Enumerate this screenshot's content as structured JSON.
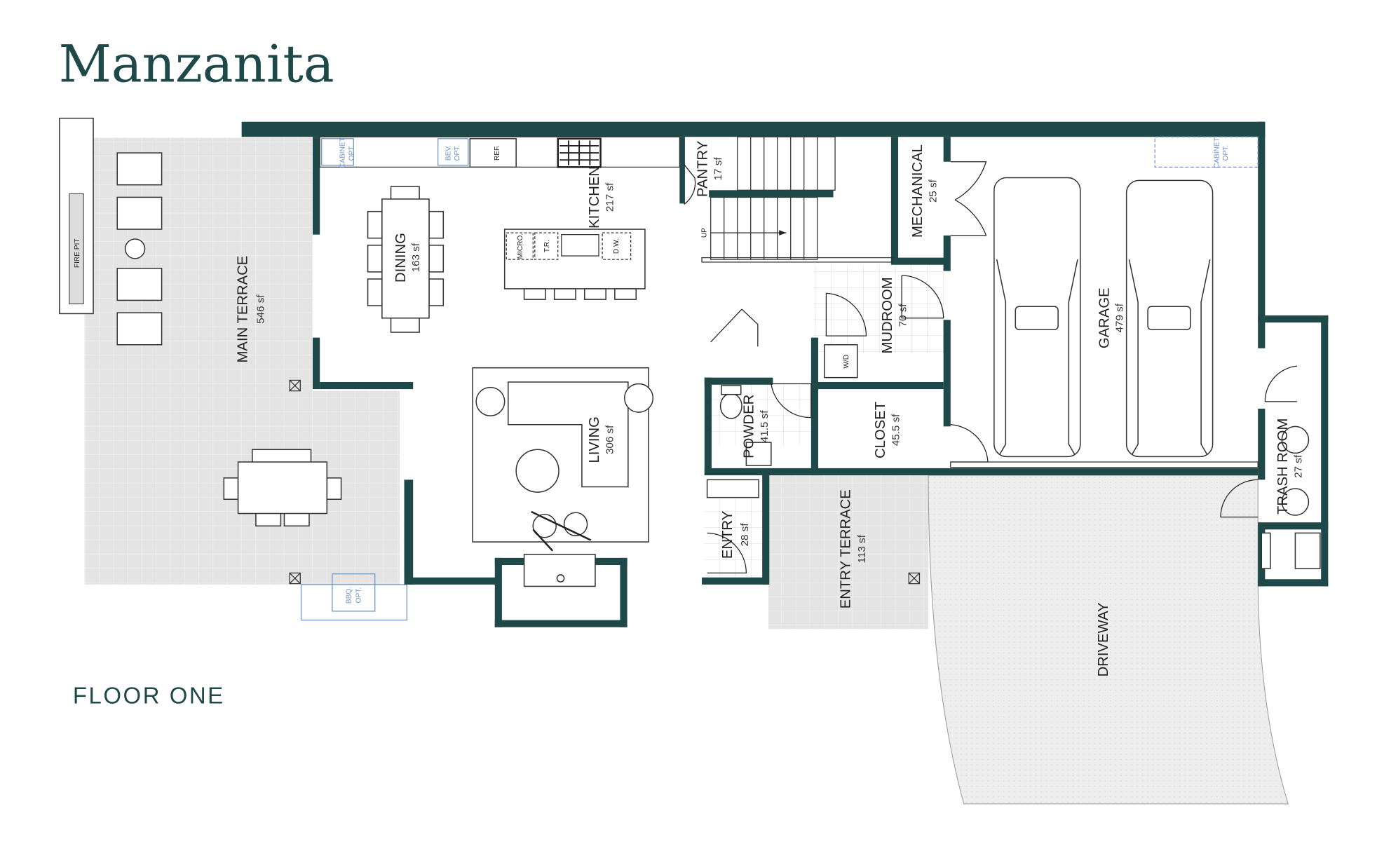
{
  "title": "Manzanita",
  "floor_label": "FLOOR ONE",
  "colors": {
    "wall": "#1f4848",
    "terrace": "#e4e4e4",
    "driveway": "#ededed",
    "option_lines": "#6e93c8",
    "title": "#1f4848"
  },
  "rooms": {
    "main_terrace": {
      "name": "MAIN TERRACE",
      "area": "546 sf"
    },
    "dining": {
      "name": "DINING",
      "area": "163 sf"
    },
    "kitchen": {
      "name": "KITCHEN",
      "area": "217 sf"
    },
    "pantry": {
      "name": "PANTRY",
      "area": "17 sf"
    },
    "mechanical": {
      "name": "MECHANICAL",
      "area": "25 sf"
    },
    "mudroom": {
      "name": "MUDROOM",
      "area": "70 sf"
    },
    "garage": {
      "name": "GARAGE",
      "area": "479 sf"
    },
    "living": {
      "name": "LIVING",
      "area": "306 sf"
    },
    "powder": {
      "name": "POWDER",
      "area": "41.5 sf"
    },
    "closet": {
      "name": "CLOSET",
      "area": "45.5 sf"
    },
    "trash_room": {
      "name": "TRASH ROOM",
      "area": "27 sf"
    },
    "entry": {
      "name": "ENTRY",
      "area": "28 sf"
    },
    "entry_terrace": {
      "name": "ENTRY TERRACE",
      "area": "113 sf"
    },
    "driveway": {
      "name": "DRIVEWAY"
    }
  },
  "fixtures": {
    "cabinet_opt": [
      "CABINET",
      "OPT."
    ],
    "bev_opt": [
      "BEV.",
      "OPT."
    ],
    "ref": "REF.",
    "micro": "MICRO.",
    "tr": "T.R.",
    "dw": "D.W.",
    "wd": "W/D",
    "up": "UP",
    "fire_pit": "FIRE PIT",
    "bbq_opt": [
      "BBQ.",
      "OPT."
    ],
    "garage_cabinet_opt": [
      "CABINET",
      "OPT."
    ]
  }
}
